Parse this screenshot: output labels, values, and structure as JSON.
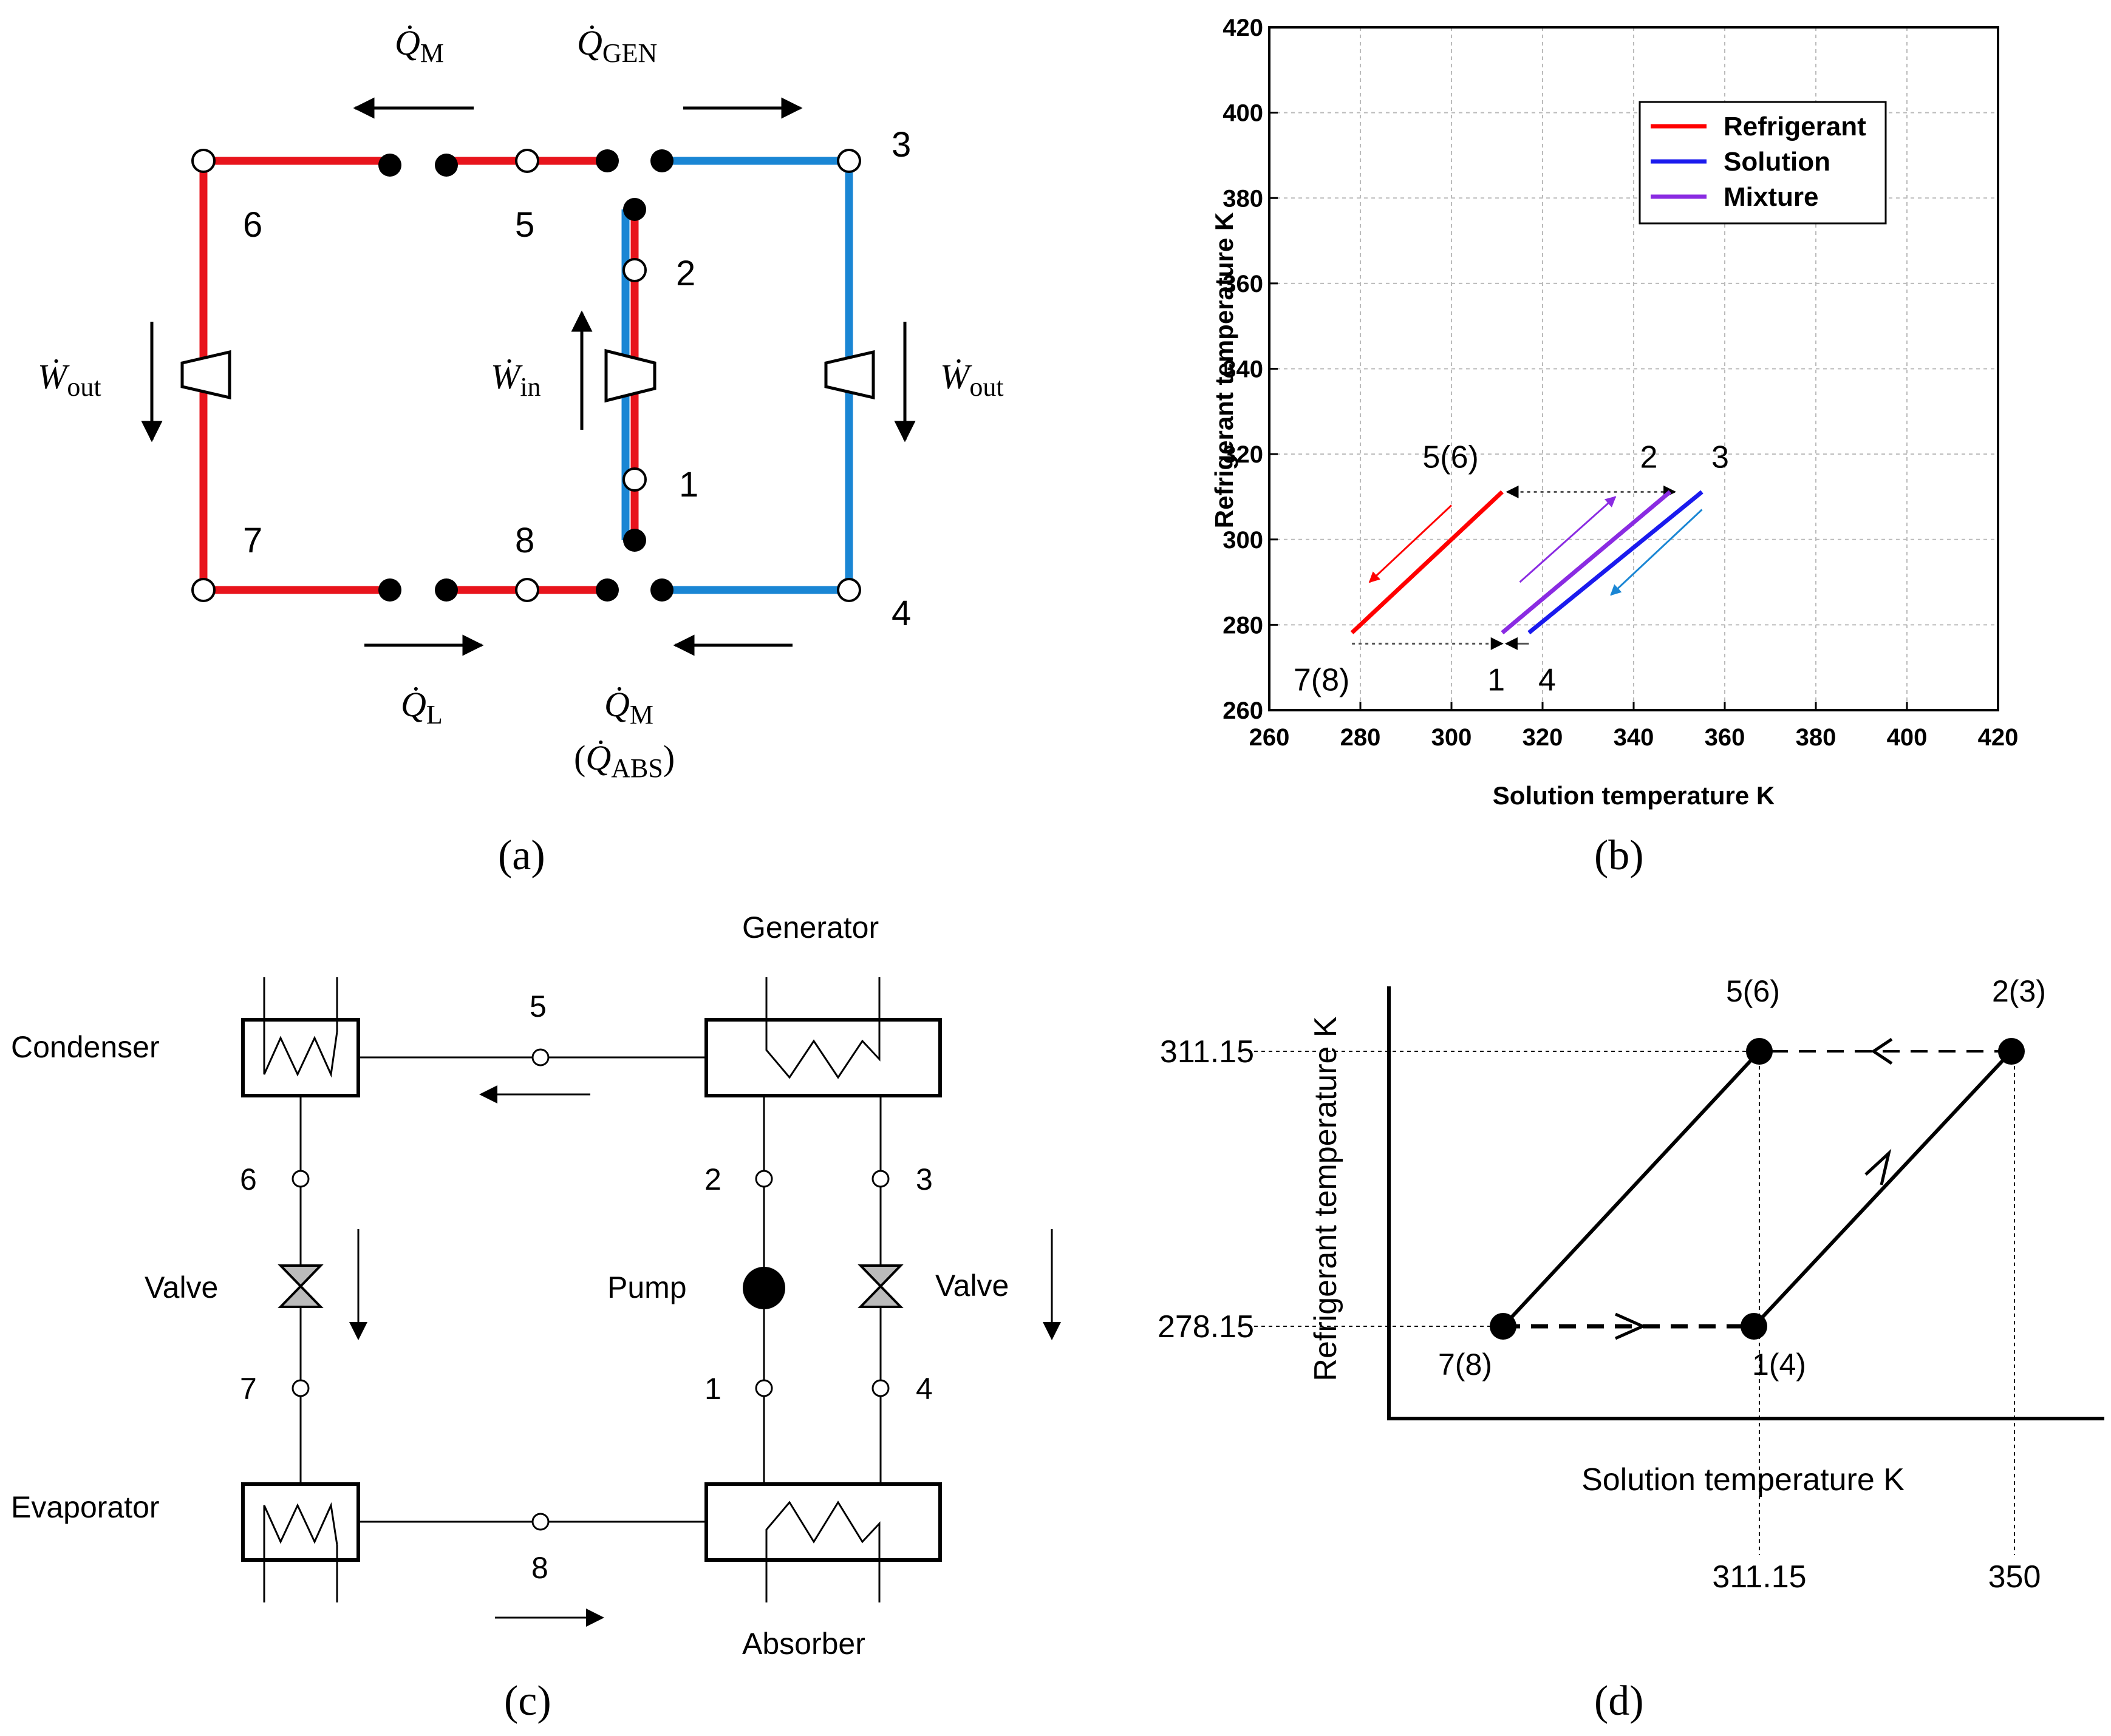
{
  "colors": {
    "refrigerant": "#e8141c",
    "solution": "#1a86d4",
    "chart_refrigerant": "#ff0000",
    "chart_solution": "#1a1aee",
    "chart_mixture": "#8a2be2",
    "grid": "#bbbbbb"
  },
  "panel_a": {
    "caption": "(a)",
    "state_labels": [
      "1",
      "2",
      "3",
      "4",
      "5",
      "6",
      "7",
      "8"
    ],
    "heat_labels": {
      "qm_top": {
        "base": "Q̇",
        "sub": "M"
      },
      "qgen": {
        "base": "Q̇",
        "sub": "GEN"
      },
      "ql": {
        "base": "Q̇",
        "sub": "L"
      },
      "qm_bottom": {
        "base": "Q̇",
        "sub": "M"
      },
      "qabs": {
        "open": "(",
        "base": "Q̇",
        "sub": "ABS",
        "close": ")"
      }
    },
    "work_labels": {
      "wout_left": {
        "base": "Ẇ",
        "sub": "out"
      },
      "win": {
        "base": "Ẇ",
        "sub": "in"
      },
      "wout_right": {
        "base": "Ẇ",
        "sub": "out"
      }
    }
  },
  "panel_b": {
    "caption": "(b)"
  },
  "chart_data": {
    "type": "line",
    "xlabel": "Solution temperature K",
    "ylabel": "Refrigerant temperature K",
    "xlim": [
      260,
      420
    ],
    "ylim": [
      260,
      420
    ],
    "x_ticks": [
      260,
      280,
      300,
      320,
      340,
      360,
      380,
      400,
      420
    ],
    "y_ticks": [
      260,
      280,
      300,
      320,
      340,
      360,
      380,
      400,
      420
    ],
    "grid": true,
    "legend_position": "top-right",
    "series": [
      {
        "name": "Refrigerant",
        "x": [
          278.15,
          311.15
        ],
        "y": [
          278.15,
          311.15
        ]
      },
      {
        "name": "Solution",
        "x": [
          317,
          355
        ],
        "y": [
          278.15,
          311.15
        ]
      },
      {
        "name": "Mixture",
        "x": [
          311.15,
          348
        ],
        "y": [
          278.15,
          311.15
        ]
      }
    ],
    "point_labels": [
      {
        "text": "5(6)",
        "x": 311.15,
        "y": 311.15
      },
      {
        "text": "2",
        "x": 348,
        "y": 311.15
      },
      {
        "text": "3",
        "x": 355,
        "y": 311.15
      },
      {
        "text": "7(8)",
        "x": 278.15,
        "y": 278.15
      },
      {
        "text": "1",
        "x": 311.15,
        "y": 278.15
      },
      {
        "text": "4",
        "x": 317,
        "y": 278.15
      }
    ]
  },
  "panel_c": {
    "caption": "(c)",
    "components": {
      "condenser": "Condenser",
      "generator": "Generator",
      "evaporator": "Evaporator",
      "absorber": "Absorber",
      "valve_left": "Valve",
      "pump": "Pump",
      "valve_right": "Valve"
    },
    "state_labels": {
      "s5": "5",
      "s6": "6",
      "s2": "2",
      "s3": "3",
      "s7": "7",
      "s1": "1",
      "s4": "4",
      "s8": "8"
    }
  },
  "panel_d": {
    "caption": "(d)",
    "xlabel": "Solution temperature K",
    "ylabel": "Refrigerant temperature K",
    "y_ticks": [
      "311.15",
      "278.15"
    ],
    "x_ticks": [
      "311.15",
      "350"
    ],
    "point_labels": [
      "5(6)",
      "2(3)",
      "7(8)",
      "1(4)"
    ]
  }
}
